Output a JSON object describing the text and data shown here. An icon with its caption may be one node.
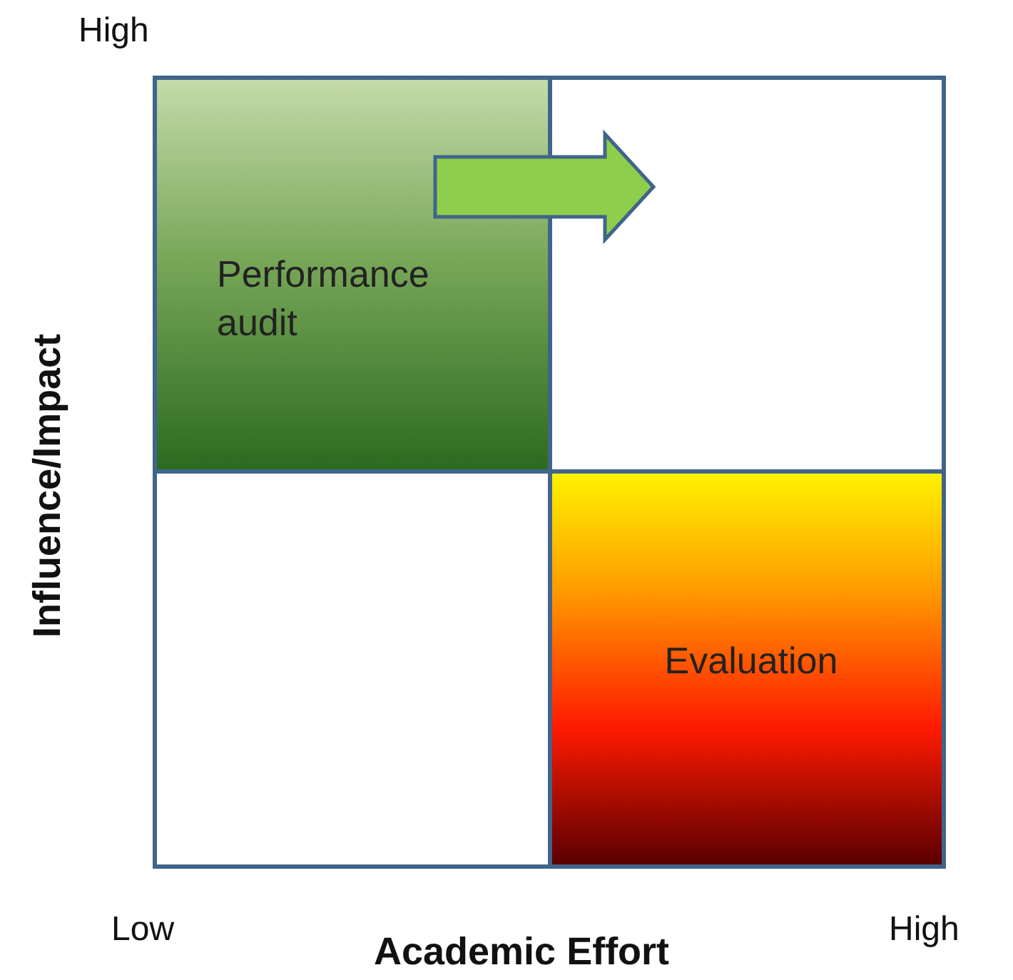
{
  "diagram": {
    "nodes": [
      {
        "text": [
          "Performance audit"
        ]
      },
      {
        "text": [],
        "shape": "box"
      },
      {
        "text": [],
        "shape": "box"
      },
      {
        "text": [
          "Evaluation"
        ]
      }
    ],
    "edges": [
      {
        "from": 0,
        "to": 1,
        "arrow": "to",
        "style": "thick"
      }
    ],
    "labels": [
      "High",
      "Influence/Impact",
      "Low",
      "Academic Effort",
      "High"
    ]
  }
}
